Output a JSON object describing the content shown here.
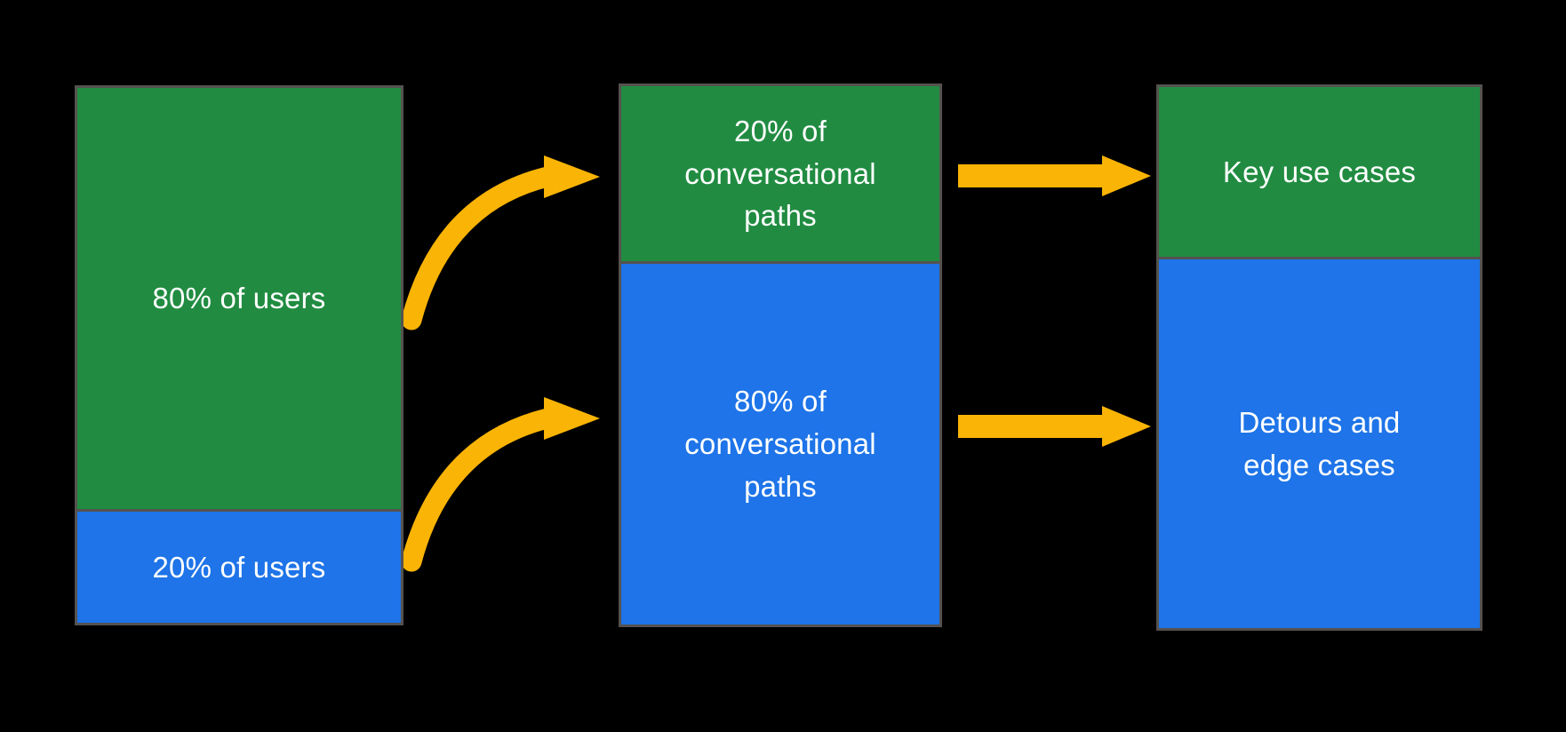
{
  "colors": {
    "green": "#218c41",
    "blue": "#1e74e8",
    "yellow": "#fab405",
    "border": "#55524f",
    "background": "#000000",
    "text": "#ffffff"
  },
  "columns": {
    "users": {
      "top_label": "80% of users",
      "bottom_label": "20% of users"
    },
    "paths": {
      "top_label": "20% of\nconversational\npaths",
      "bottom_label": "80% of\nconversational\npaths"
    },
    "outcomes": {
      "top_label": "Key use cases",
      "bottom_label": "Detours and\nedge cases"
    }
  }
}
